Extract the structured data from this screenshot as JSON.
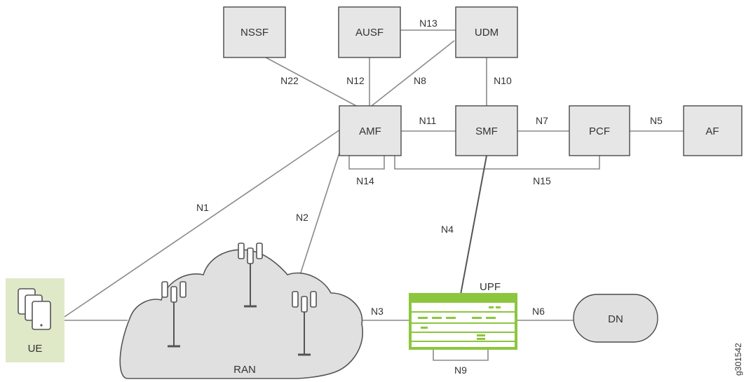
{
  "functions": {
    "nssf": "NSSF",
    "ausf": "AUSF",
    "udm": "UDM",
    "amf": "AMF",
    "smf": "SMF",
    "pcf": "PCF",
    "af": "AF",
    "upf": "UPF",
    "dn": "DN",
    "ue": "UE",
    "ran": "RAN"
  },
  "interfaces": {
    "n1": "N1",
    "n2": "N2",
    "n3": "N3",
    "n4": "N4",
    "n5": "N5",
    "n6": "N6",
    "n7": "N7",
    "n8": "N8",
    "n9": "N9",
    "n10": "N10",
    "n11": "N11",
    "n12": "N12",
    "n13": "N13",
    "n14": "N14",
    "n15": "N15",
    "n22": "N22"
  },
  "figure_id": "g301542",
  "colors": {
    "box_fill": "#e6e6e6",
    "box_stroke": "#4a4a4a",
    "ue_fill": "#dfe9c8",
    "upf_green": "#8cc63f",
    "cloud_fill": "#e0e0e0",
    "line": "#8a8a8a"
  }
}
